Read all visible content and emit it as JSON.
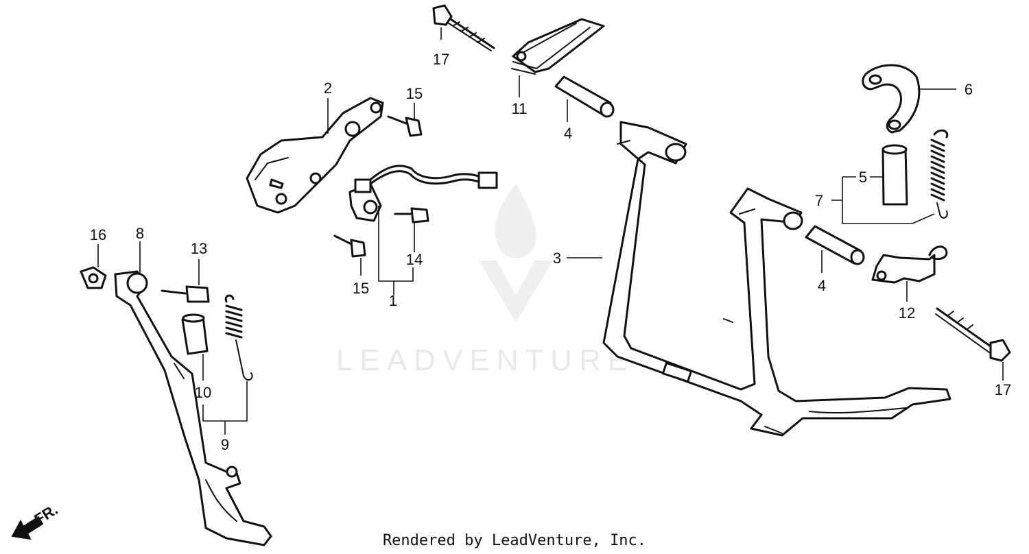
{
  "watermark": {
    "text": "LEADVENTURE"
  },
  "footer": {
    "text": "Rendered by LeadVenture, Inc."
  },
  "direction": {
    "label": "FR."
  },
  "callouts": {
    "c1": "1",
    "c2": "2",
    "c3": "3",
    "c4a": "4",
    "c4b": "4",
    "c5": "5",
    "c6": "6",
    "c7": "7",
    "c8": "8",
    "c9": "9",
    "c10": "10",
    "c11": "11",
    "c12": "12",
    "c13": "13",
    "c14": "14",
    "c15a": "15",
    "c15b": "15",
    "c16": "16",
    "c17a": "17",
    "c17b": "17"
  }
}
